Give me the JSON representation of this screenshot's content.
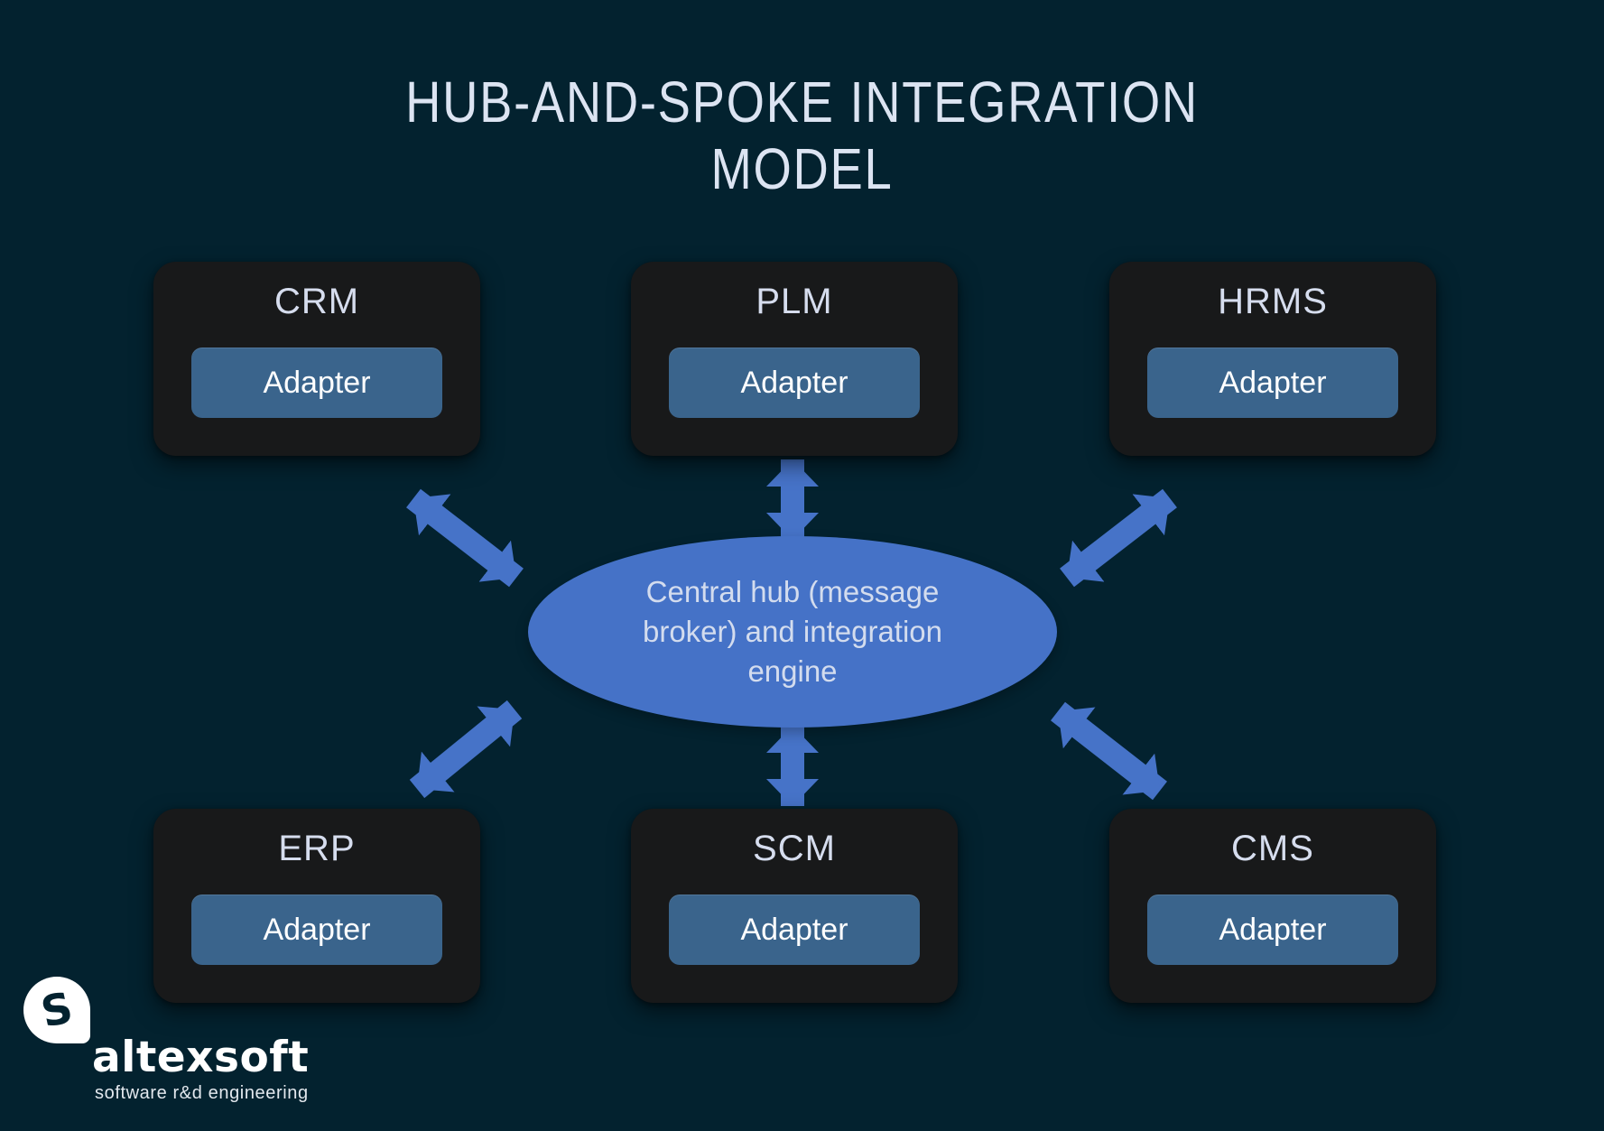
{
  "title": {
    "line1": "HUB-AND-SPOKE INTEGRATION",
    "line2": "MODEL"
  },
  "hub": {
    "label": "Central hub (message broker) and integration engine"
  },
  "systems": [
    {
      "name": "CRM",
      "adapter": "Adapter"
    },
    {
      "name": "PLM",
      "adapter": "Adapter"
    },
    {
      "name": "HRMS",
      "adapter": "Adapter"
    },
    {
      "name": "ERP",
      "adapter": "Adapter"
    },
    {
      "name": "SCM",
      "adapter": "Adapter"
    },
    {
      "name": "CMS",
      "adapter": "Adapter"
    }
  ],
  "logo": {
    "mark_letter": "S",
    "brand": "altexsoft",
    "tagline": "software r&d engineering"
  },
  "colors": {
    "background": "#03222f",
    "card": "#18191a",
    "adapter_button": "#3a648c",
    "hub_ellipse": "#4572c7",
    "arrow": "#4673c8",
    "title_text": "#dce4f2",
    "label_text": "#d6ddee"
  }
}
